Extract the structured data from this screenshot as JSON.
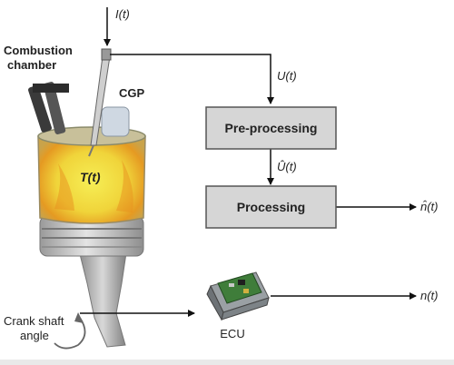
{
  "labels": {
    "current": "I(t)",
    "combustion_chamber_line1": "Combustion",
    "combustion_chamber_line2": "chamber",
    "cgp": "CGP",
    "voltage": "U(t)",
    "voltage_hat": "Û(t)",
    "temperature": "T(t)",
    "output_hat": "n̂(t)",
    "output": "n(t)",
    "crank_line1": "Crank shaft",
    "crank_line2": "angle",
    "ecu": "ECU"
  },
  "blocks": {
    "preprocessing": "Pre-processing",
    "processing": "Processing"
  },
  "colors": {
    "block_fill": "#d6d6d6",
    "block_stroke": "#555555",
    "flame_core": "#f3e23a",
    "flame_edge": "#e08a1a",
    "cylinder": "#b8b8b8",
    "ecu_board": "#3f7d3a"
  }
}
